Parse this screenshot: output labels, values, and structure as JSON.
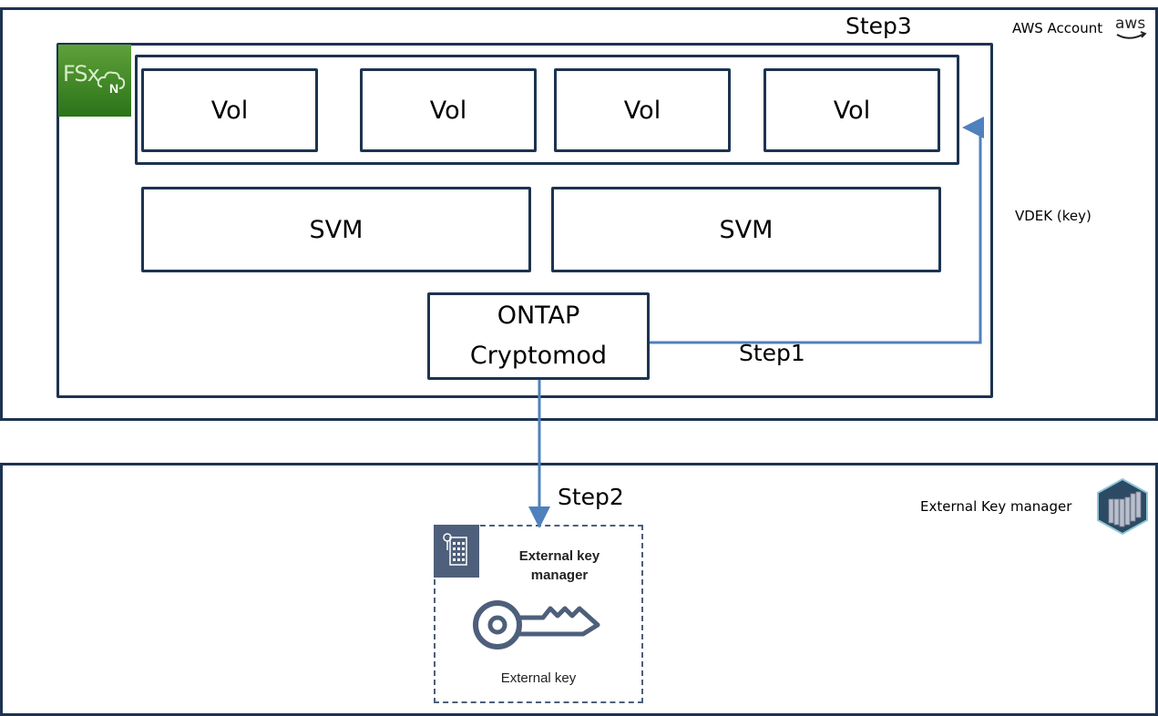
{
  "aws_account": {
    "label": "AWS Account",
    "logo_text": "aws"
  },
  "fsx": {
    "badge_text": "FSx",
    "badge_sub": "N",
    "badge_color": "#3f8624",
    "step_label": "Step3",
    "volumes": [
      {
        "label": "Vol"
      },
      {
        "label": "Vol"
      },
      {
        "label": "Vol"
      },
      {
        "label": "Vol"
      }
    ],
    "svms": [
      {
        "label": "SVM"
      },
      {
        "label": "SVM"
      }
    ],
    "cryptomod": {
      "line1": "ONTAP",
      "line2": "Cryptomod"
    }
  },
  "connections": {
    "step1_label": "Step1",
    "vdek_label": "VDEK (key)",
    "step2_label": "Step2",
    "arrow_color": "#4f81bd"
  },
  "external_zone": {
    "label": "External Key manager",
    "card": {
      "title_line1": "External key",
      "title_line2": "manager",
      "caption": "External key",
      "icon_color": "#4d5f7a"
    }
  },
  "colors": {
    "border": "#1d3350",
    "arrow": "#4f81bd"
  }
}
